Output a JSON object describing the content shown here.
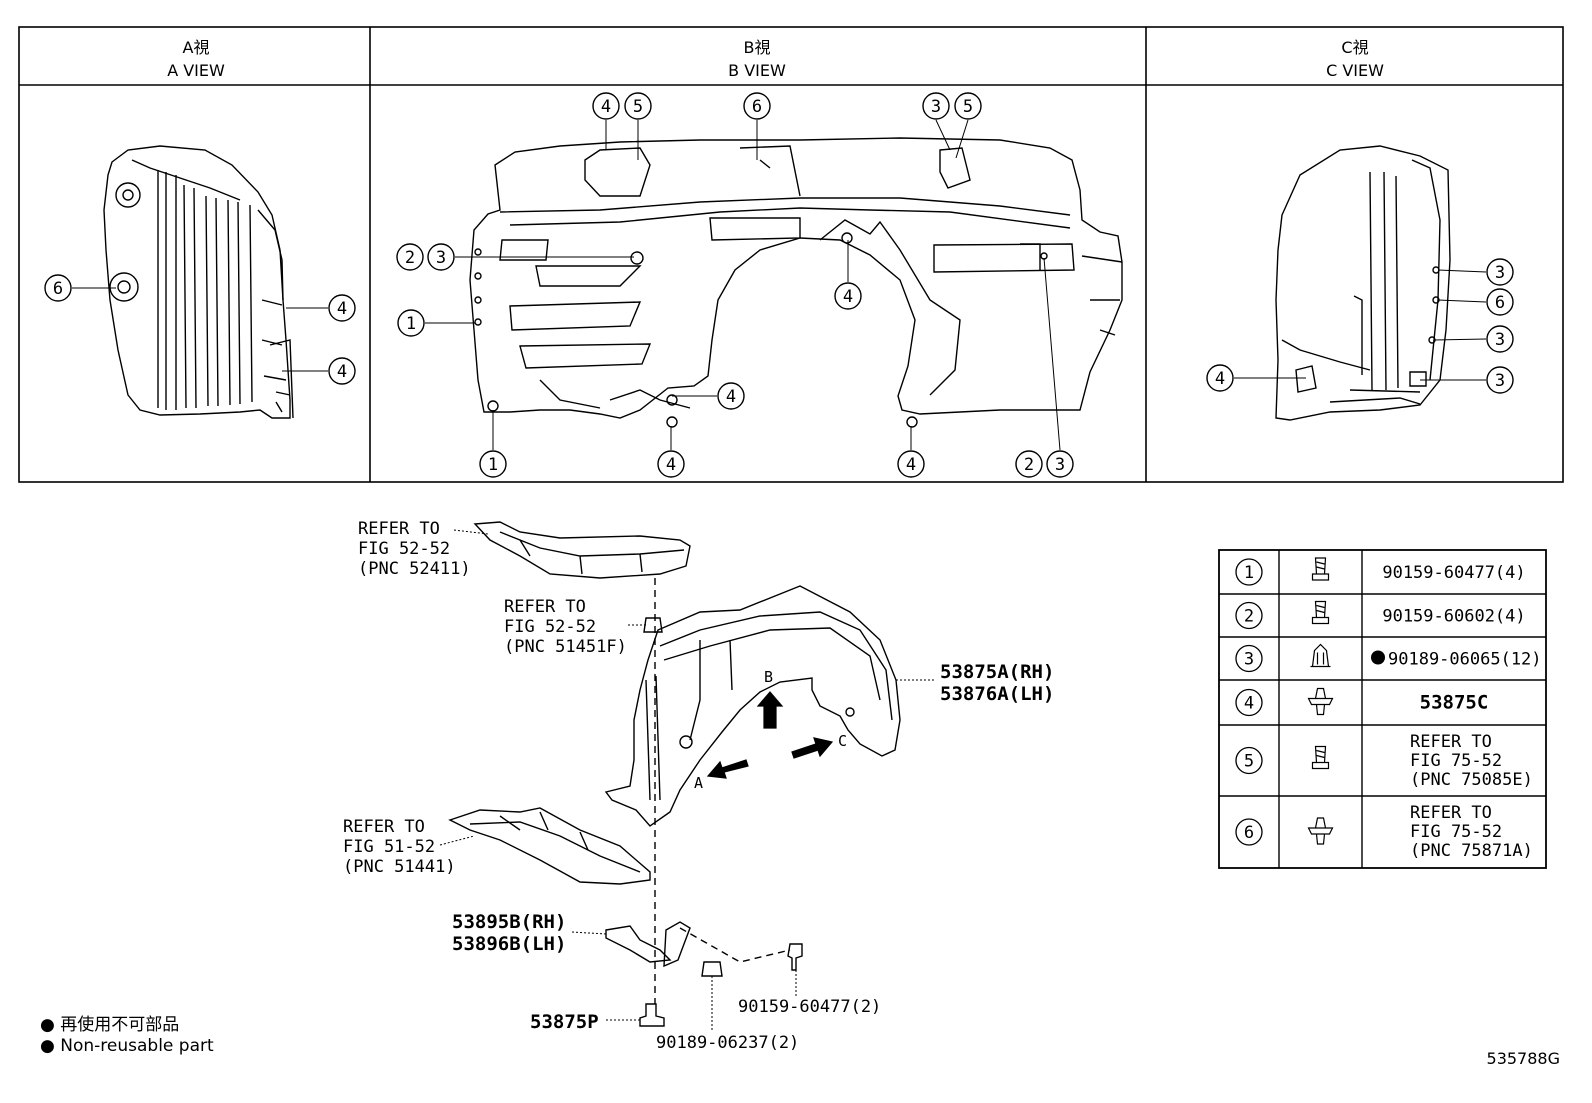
{
  "views": [
    {
      "jp": "A視",
      "en": "A VIEW"
    },
    {
      "jp": "B視",
      "en": "B VIEW"
    },
    {
      "jp": "C視",
      "en": "C VIEW"
    }
  ],
  "callouts": {
    "a": [
      "6",
      "4",
      "4"
    ],
    "b": [
      "4",
      "5",
      "6",
      "3",
      "5",
      "2",
      "3",
      "1",
      "4",
      "4",
      "1",
      "4",
      "4",
      "2",
      "3"
    ],
    "c": [
      "3",
      "6",
      "3",
      "4",
      "3"
    ]
  },
  "refs": {
    "r1": {
      "l1": "REFER TO",
      "l2": "FIG 52-52",
      "l3": "(PNC 52411)"
    },
    "r2": {
      "l1": "REFER TO",
      "l2": "FIG 52-52",
      "l3": "(PNC 51451F)"
    },
    "r3": {
      "l1": "REFER TO",
      "l2": "FIG 51-52",
      "l3": "(PNC 51441)"
    }
  },
  "parts": {
    "liner_rh": "53875A(RH)",
    "liner_lh": "53876A(LH)",
    "seal_rh": "53895B(RH)",
    "seal_lh": "53896B(LH)",
    "p53875p": "53875P",
    "screw2": "90159-60477(2)",
    "clip2": "90189-06237(2)"
  },
  "arrows": {
    "a": "A",
    "b": "B",
    "c": "C"
  },
  "table": [
    {
      "num": "1",
      "icon": "screw-icon",
      "part": "90159-60477(4)"
    },
    {
      "num": "2",
      "icon": "screw-icon",
      "part": "90159-60602(4)"
    },
    {
      "num": "3",
      "icon": "clip-icon",
      "part": "90189-06065(12)",
      "nonreusable": true
    },
    {
      "num": "4",
      "icon": "rivet-icon",
      "part": "53875C"
    },
    {
      "num": "5",
      "icon": "screw-icon",
      "l1": "REFER TO",
      "l2": "FIG 75-52",
      "l3": "(PNC 75085E)"
    },
    {
      "num": "6",
      "icon": "rivet-icon",
      "l1": "REFER TO",
      "l2": "FIG 75-52",
      "l3": "(PNC 75871A)"
    }
  ],
  "legend": {
    "jp": "再使用不可部品",
    "en": "Non-reusable part"
  },
  "illustration_id": "535788G"
}
